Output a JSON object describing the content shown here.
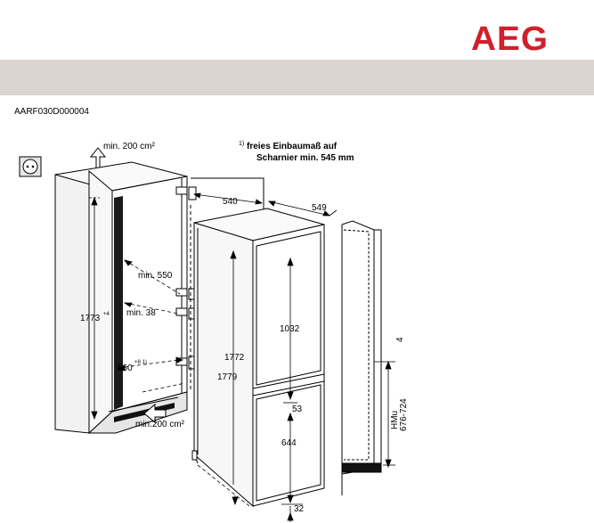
{
  "brand": {
    "logo_text": "AEG",
    "logo_color": "#d11f2c",
    "band_color": "#dcd4cf"
  },
  "document_code": "AARF030D000004",
  "diagram": {
    "ventilation_top": "min. 200 cm²",
    "ventilation_bottom": "min.200 cm²",
    "note": {
      "marker": "1)",
      "line1": "freies Einbaumaß auf",
      "line2": "Scharnier min. 545 mm"
    },
    "dimensions": {
      "width_540": "540",
      "depth_549": "549",
      "min_550": "min. 550",
      "min_38": "min. 38",
      "niche_height": "1773",
      "niche_height_tol": "+4",
      "niche_width": "560",
      "niche_width_tol": "+8 1)",
      "appliance_height": "1772",
      "total_height": "1779",
      "upper_door": "1032",
      "gap": "53",
      "lower_door": "644",
      "bottom": "32",
      "side_4": "4",
      "hmu_label": "HMu",
      "hmu_range": "676-724"
    }
  }
}
